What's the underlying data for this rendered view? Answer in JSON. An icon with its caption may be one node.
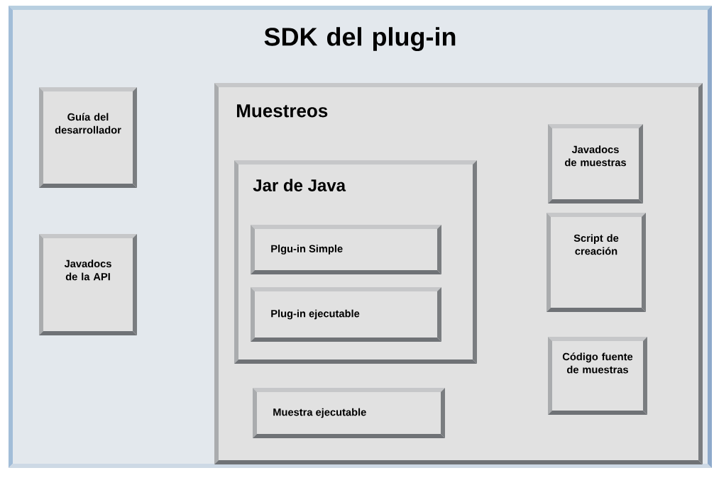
{
  "diagram": {
    "nodes": [
      {
        "text": [
          "SDK del plug-in"
        ]
      },
      {
        "text": [
          "Guía del desarrollador"
        ],
        "in": 0
      },
      {
        "text": [
          "Javadocs de la API"
        ],
        "in": 0
      },
      {
        "text": [
          "Muestreos"
        ],
        "in": 0
      },
      {
        "text": [
          "Jar de Java"
        ],
        "in": 3
      },
      {
        "text": [
          "Plgu-in Simple"
        ],
        "in": 4
      },
      {
        "text": [
          "Plug-in ejecutable"
        ],
        "in": 4
      },
      {
        "text": [
          "Muestra ejecutable"
        ],
        "in": 3
      },
      {
        "text": [
          "Javadocs de muestras"
        ],
        "in": 3
      },
      {
        "text": [
          "Script de creación"
        ],
        "in": 3
      },
      {
        "text": [
          "Código fuente de muestras"
        ],
        "in": 3
      }
    ]
  }
}
